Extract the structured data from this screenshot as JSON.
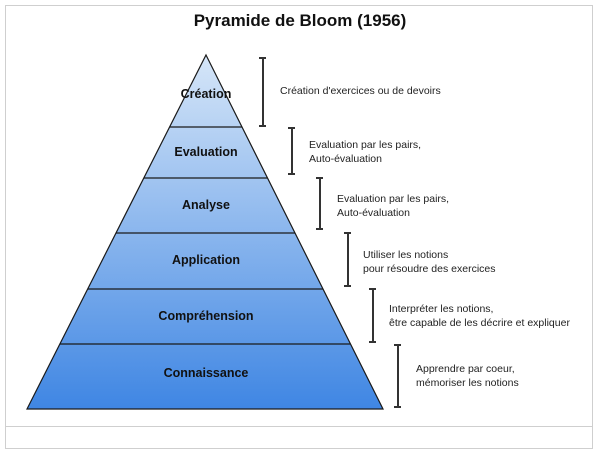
{
  "title": "Pyramide de Bloom (1956)",
  "levels": [
    {
      "label": "Création",
      "descriptions": [
        "Création d'exercices ou de devoirs"
      ]
    },
    {
      "label": "Evaluation",
      "descriptions": [
        "Evaluation par les pairs,",
        "Auto-évaluation"
      ]
    },
    {
      "label": "Analyse",
      "descriptions": [
        "Evaluation par les pairs,",
        "Auto-évaluation"
      ]
    },
    {
      "label": "Application",
      "descriptions": [
        "Utiliser les notions",
        "pour résoudre des exercices"
      ]
    },
    {
      "label": "Compréhension",
      "descriptions": [
        "Interpréter les notions,",
        "être capable de les décrire et expliquer"
      ]
    },
    {
      "label": "Connaissance",
      "descriptions": [
        "Apprendre par coeur,",
        "mémoriser les notions"
      ]
    }
  ],
  "colors": {
    "top": "#d6e6f8",
    "bottom": "#3f86e3",
    "outline": "#1a1a1a"
  }
}
